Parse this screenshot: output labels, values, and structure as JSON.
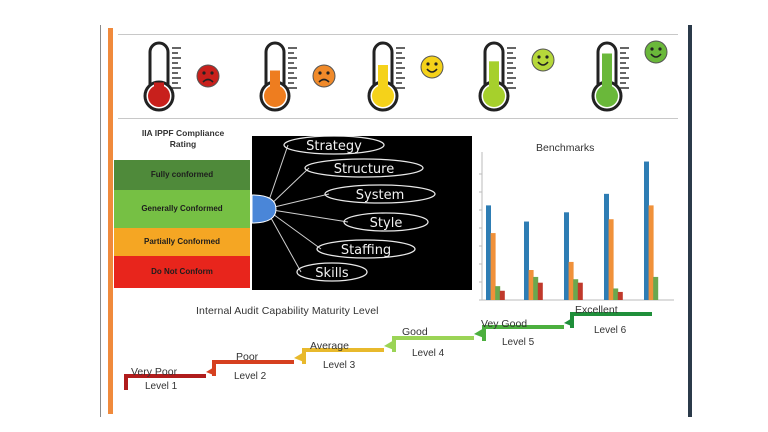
{
  "compliance": {
    "title_line1": "IIA IPPF Compliance",
    "title_line2": "Rating",
    "rows": [
      {
        "label": "Fully conformed",
        "color": "#4f8a3a"
      },
      {
        "label": "Generally Conformed",
        "color": "#76c044"
      },
      {
        "label": "Partially Conformed",
        "color": "#f5a623"
      },
      {
        "label": "Do Not Conform",
        "color": "#e8251c"
      }
    ]
  },
  "elements": [
    "Strategy",
    "Structure",
    "System",
    "Style",
    "Staffing",
    "Skills"
  ],
  "benchmarks": {
    "title": "Benchmarks"
  },
  "chart_data": {
    "type": "bar",
    "title": "Benchmarks",
    "series_colors": [
      "#2e7db4",
      "#f0913a",
      "#6aa84f",
      "#c0392b"
    ],
    "groups": [
      [
        82,
        58,
        12,
        8
      ],
      [
        68,
        26,
        20,
        15
      ],
      [
        76,
        33,
        18,
        15
      ],
      [
        92,
        70,
        10,
        7
      ],
      [
        120,
        82,
        20,
        0
      ]
    ],
    "ylim": [
      0,
      130
    ]
  },
  "thermometers": [
    {
      "level": 0.12,
      "color": "#c8201c",
      "face": "sad",
      "face_color": "#c8201c"
    },
    {
      "level": 0.38,
      "color": "#ee7d1f",
      "face": "sad",
      "face_color": "#f08a2a"
    },
    {
      "level": 0.5,
      "color": "#f5d21a",
      "face": "happy",
      "face_color": "#f5d21a"
    },
    {
      "level": 0.58,
      "color": "#a6d02c",
      "face": "happy",
      "face_color": "#b6d83a"
    },
    {
      "level": 0.75,
      "color": "#6ab83a",
      "face": "happy",
      "face_color": "#6ab83a"
    }
  ],
  "maturity": {
    "title": "Internal Audit Capability Maturity Level",
    "steps": [
      {
        "word": "Very Poor",
        "level": "Level 1",
        "color": "#b01c1c"
      },
      {
        "word": "Poor",
        "level": "Level 2",
        "color": "#d6401f"
      },
      {
        "word": "Average",
        "level": "Level 3",
        "color": "#e8b92c"
      },
      {
        "word": "Good",
        "level": "Level 4",
        "color": "#9bd456"
      },
      {
        "word": "Vey Good",
        "level": "Level 5",
        "color": "#4caf3e"
      },
      {
        "word": "Excellent",
        "level": "Level 6",
        "color": "#1f8f3a"
      }
    ]
  }
}
